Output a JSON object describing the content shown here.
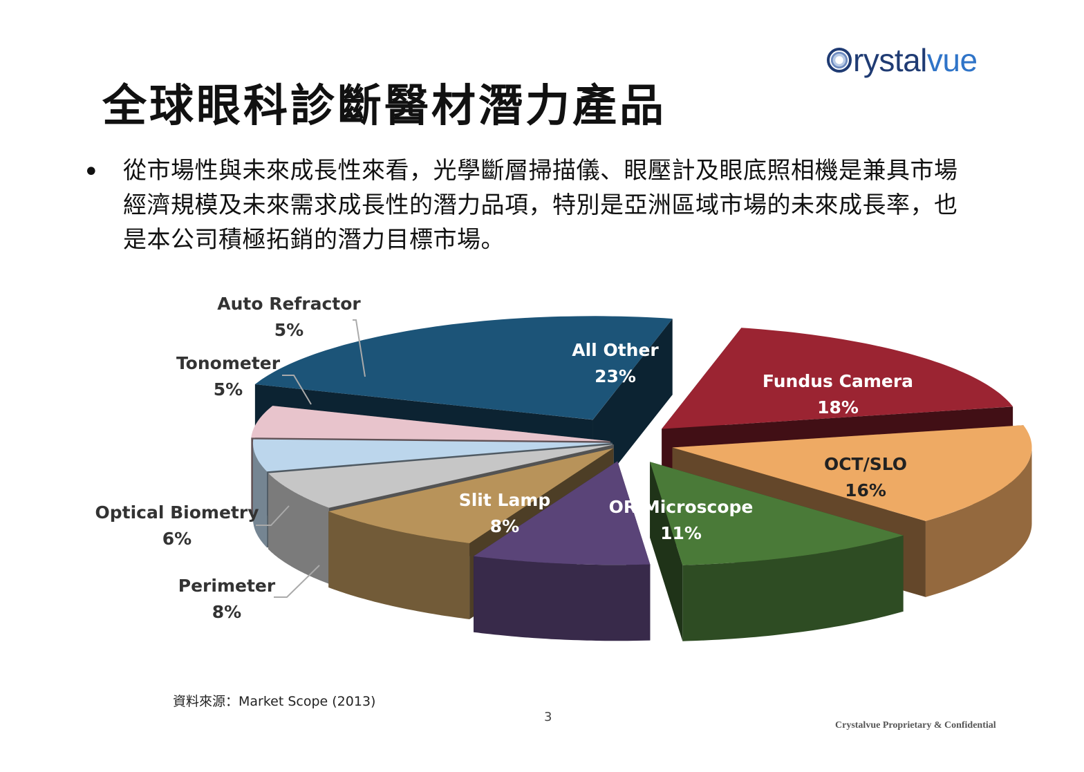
{
  "logo": {
    "text_main": "rystal",
    "text_accent": "vue"
  },
  "slide": {
    "title": "全球眼科診斷醫材潛力產品",
    "bullet": "•",
    "body": "從市場性與未來成長性來看，光學斷層掃描儀、眼壓計及眼底照相機是兼具市場經濟規模及未來需求成長性的潛力品項，特別是亞洲區域市場的未來成長率，也是本公司積極拓銷的潛力目標市場。"
  },
  "chart_data": {
    "type": "pie",
    "style": "3d-exploded",
    "labels_shown": true,
    "slices": [
      {
        "name": "All Other",
        "value": 23,
        "label": "23%",
        "color": "#1c5478"
      },
      {
        "name": "Fundus Camera",
        "value": 18,
        "label": "18%",
        "color": "#9b2432"
      },
      {
        "name": "OCT/SLO",
        "value": 16,
        "label": "16%",
        "color": "#eeaa64"
      },
      {
        "name": "OR Microscope",
        "value": 11,
        "label": "11%",
        "color": "#4a7a38"
      },
      {
        "name": "Slit Lamp",
        "value": 8,
        "label": "8%",
        "color": "#5a4478"
      },
      {
        "name": "Perimeter",
        "value": 8,
        "label": "8%",
        "color": "#b8935a"
      },
      {
        "name": "Optical Biometry",
        "value": 6,
        "label": "6%",
        "color": "#c6c6c6"
      },
      {
        "name": "Tonometer",
        "value": 5,
        "label": "5%",
        "color": "#bcd6ec"
      },
      {
        "name": "Auto Refractor",
        "value": 5,
        "label": "5%",
        "color": "#e8c4cc"
      }
    ]
  },
  "source": "資料來源：Market Scope (2013)",
  "page_number": "3",
  "footer": "Crystalvue Proprietary & Confidential"
}
